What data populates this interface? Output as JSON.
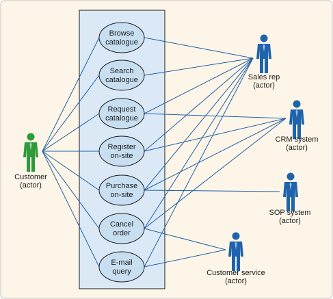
{
  "colors": {
    "background": "#fdf5e8",
    "border": "#c9c2b6",
    "system_box_fill": "#dbe9f6",
    "system_box_stroke": "#1a1a1a",
    "usecase_fill": "#c8dff2",
    "usecase_stroke": "#1a1a1a",
    "line": "#1f5fa6",
    "actor_green": "#2e9b3a",
    "actor_blue": "#1f63ac"
  },
  "use_cases": [
    {
      "id": "browse",
      "lines": [
        "Browse",
        "catalogue"
      ]
    },
    {
      "id": "search",
      "lines": [
        "Search",
        "catalogue"
      ]
    },
    {
      "id": "request",
      "lines": [
        "Request",
        "catalogue"
      ]
    },
    {
      "id": "register",
      "lines": [
        "Register",
        "on-site"
      ]
    },
    {
      "id": "purchase",
      "lines": [
        "Purchase",
        "on-site"
      ]
    },
    {
      "id": "cancel",
      "lines": [
        "Cancel",
        "order"
      ]
    },
    {
      "id": "email",
      "lines": [
        "E-mail",
        "query"
      ]
    }
  ],
  "actors": [
    {
      "id": "customer",
      "name": "Customer",
      "role": "(actor)",
      "color": "green"
    },
    {
      "id": "sales",
      "name": "Sales rep",
      "role": "(actor)",
      "color": "blue"
    },
    {
      "id": "crm",
      "name": "CRM system",
      "role": "(actor)",
      "color": "blue"
    },
    {
      "id": "sop",
      "name": "SOP system",
      "role": "(actor)",
      "color": "blue"
    },
    {
      "id": "cs",
      "name": "Customer service",
      "role": "(actor)",
      "color": "blue"
    }
  ],
  "links": [
    [
      "customer",
      "browse"
    ],
    [
      "customer",
      "search"
    ],
    [
      "customer",
      "request"
    ],
    [
      "customer",
      "register"
    ],
    [
      "customer",
      "purchase"
    ],
    [
      "customer",
      "cancel"
    ],
    [
      "customer",
      "email"
    ],
    [
      "sales",
      "browse"
    ],
    [
      "sales",
      "search"
    ],
    [
      "sales",
      "request"
    ],
    [
      "sales",
      "register"
    ],
    [
      "sales",
      "purchase"
    ],
    [
      "sales",
      "cancel"
    ],
    [
      "sales",
      "email"
    ],
    [
      "crm",
      "request"
    ],
    [
      "crm",
      "register"
    ],
    [
      "crm",
      "purchase"
    ],
    [
      "crm",
      "cancel"
    ],
    [
      "sop",
      "purchase"
    ],
    [
      "cs",
      "cancel"
    ],
    [
      "cs",
      "email"
    ]
  ]
}
